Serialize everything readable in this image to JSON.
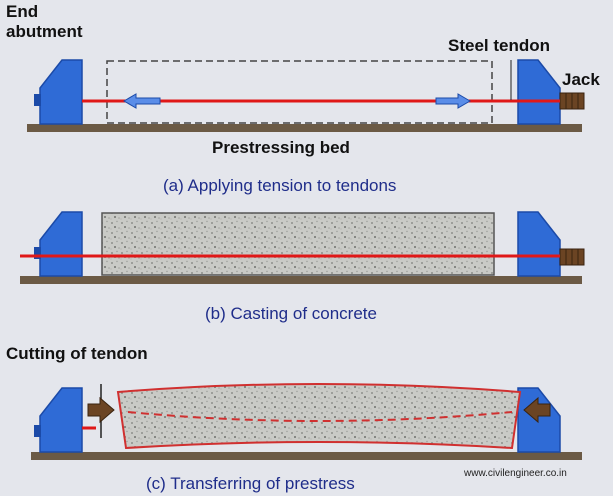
{
  "labels": {
    "end_abutment_line1": "End",
    "end_abutment_line2": "abutment",
    "steel_tendon": "Steel tendon",
    "jack": "Jack",
    "prestressing_bed": "Prestressing bed",
    "cutting_of_tendon": "Cutting of tendon"
  },
  "captions": {
    "a": "(a) Applying tension to tendons",
    "b": "(b) Casting of concrete",
    "c": "(c) Transferring of prestress"
  },
  "watermark": "www.civilengineer.co.in",
  "colors": {
    "background": "#e4e6ec",
    "abutment": "#2f6bd6",
    "abutment_dark": "#1b4aa8",
    "bed": "#6b5a45",
    "tendon": "#e01818",
    "jack": "#6b4423",
    "arrow": "#2f6bd6",
    "concrete": "#c9cac6",
    "caption_text": "#1f2d8a"
  }
}
